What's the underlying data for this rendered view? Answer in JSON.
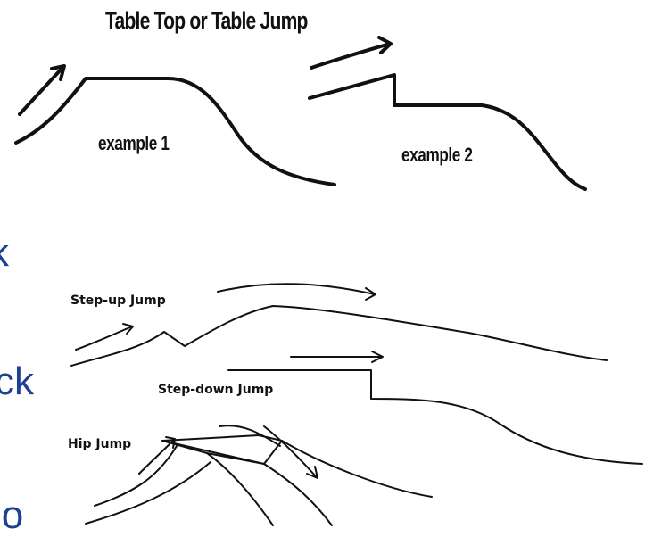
{
  "title": "Table Top or Table Jump",
  "examples": {
    "example1": "example 1",
    "example2": "example 2"
  },
  "jumps": {
    "step_up": "Step-up Jump",
    "step_down": "Step-down Jump",
    "hip": "Hip Jump"
  },
  "left_fragments": [
    "k",
    "ck",
    "io"
  ],
  "colors": {
    "ink": "#111111",
    "fragment_text": "#1f3f95",
    "background": "#ffffff"
  }
}
